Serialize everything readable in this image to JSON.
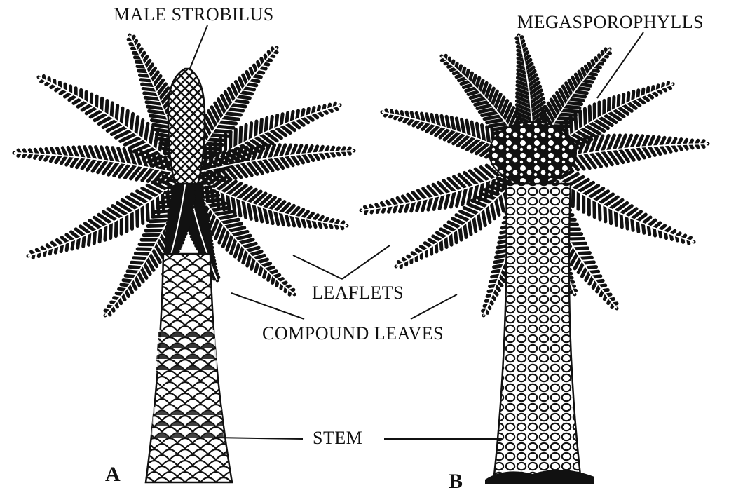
{
  "labels": {
    "male_strobilus": "MALE STROBILUS",
    "megasporophylls": "MEGASPOROPHYLLS",
    "leaflets": "LEAFLETS",
    "compound_leaves": "COMPOUND LEAVES",
    "stem": "STEM"
  },
  "figures": {
    "a": "A",
    "b": "B"
  },
  "colors": {
    "ink": "#111111",
    "paper": "#ffffff"
  }
}
